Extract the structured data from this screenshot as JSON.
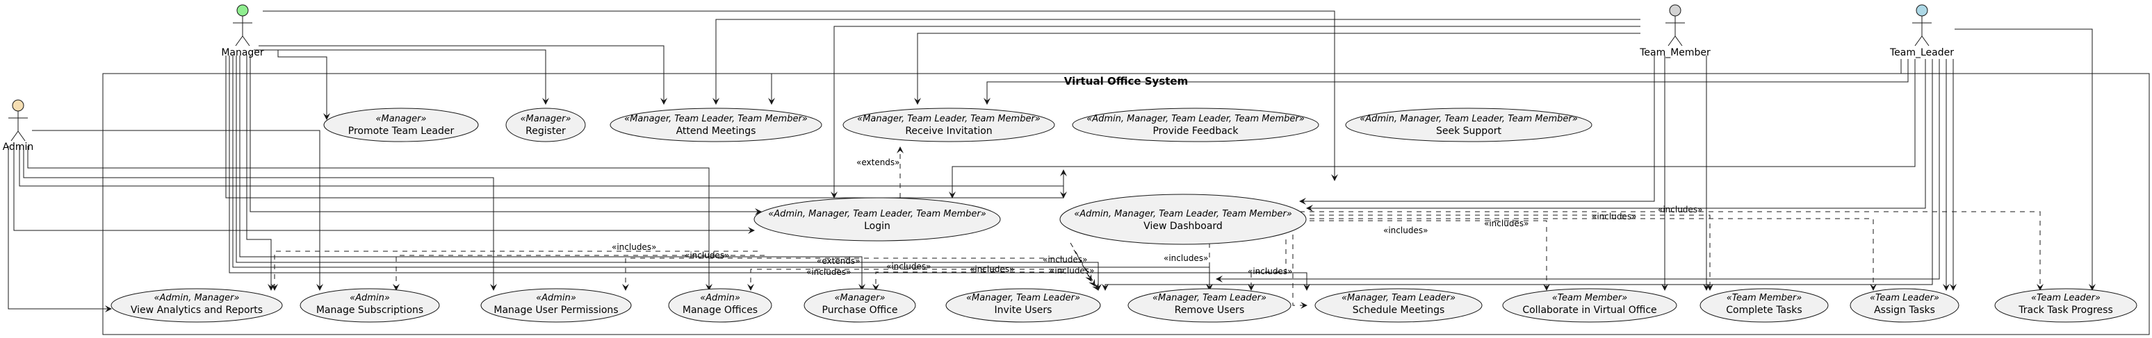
{
  "system": {
    "title": "Virtual Office System"
  },
  "actors": {
    "manager": {
      "label": "Manager",
      "color": "#90EE90"
    },
    "admin": {
      "label": "Admin",
      "color": "#F5DEB3"
    },
    "team_member": {
      "label": "Team_Member",
      "color": "#D3D3D3"
    },
    "team_leader": {
      "label": "Team_Leader",
      "color": "#ADD8E6"
    }
  },
  "use_cases": {
    "promote_team_leader": {
      "stereotype": "«Manager»",
      "name": "Promote Team Leader"
    },
    "register": {
      "stereotype": "«Manager»",
      "name": "Register"
    },
    "attend_meetings": {
      "stereotype": "«Manager, Team Leader, Team Member»",
      "name": "Attend Meetings"
    },
    "receive_invitation": {
      "stereotype": "«Manager, Team Leader, Team Member»",
      "name": "Receive Invitation"
    },
    "provide_feedback": {
      "stereotype": "«Admin, Manager, Team Leader, Team Member»",
      "name": "Provide Feedback"
    },
    "seek_support": {
      "stereotype": "«Admin, Manager, Team Leader, Team Member»",
      "name": "Seek Support"
    },
    "login": {
      "stereotype": "«Admin, Manager, Team Leader, Team Member»",
      "name": "Login"
    },
    "view_dashboard": {
      "stereotype": "«Admin, Manager, Team Leader, Team Member»",
      "name": "View Dashboard"
    },
    "view_analytics": {
      "stereotype": "«Admin, Manager»",
      "name": "View Analytics and Reports"
    },
    "manage_subscriptions": {
      "stereotype": "«Admin»",
      "name": "Manage Subscriptions"
    },
    "manage_permissions": {
      "stereotype": "«Admin»",
      "name": "Manage User Permissions"
    },
    "manage_offices": {
      "stereotype": "«Admin»",
      "name": "Manage Offices"
    },
    "purchase_office": {
      "stereotype": "«Manager»",
      "name": "Purchase Office"
    },
    "invite_users": {
      "stereotype": "«Manager, Team Leader»",
      "name": "Invite Users"
    },
    "remove_users": {
      "stereotype": "«Manager, Team Leader»",
      "name": "Remove Users"
    },
    "schedule_meetings": {
      "stereotype": "«Manager, Team Leader»",
      "name": "Schedule Meetings"
    },
    "collaborate": {
      "stereotype": "«Team Member»",
      "name": "Collaborate in Virtual Office"
    },
    "complete_tasks": {
      "stereotype": "«Team Member»",
      "name": "Complete Tasks"
    },
    "assign_tasks": {
      "stereotype": "«Team Leader»",
      "name": "Assign Tasks"
    },
    "track_task_progress": {
      "stereotype": "«Team Leader»",
      "name": "Track Task Progress"
    }
  },
  "relationships": {
    "extends": "«extends»",
    "includes": "«includes»"
  }
}
